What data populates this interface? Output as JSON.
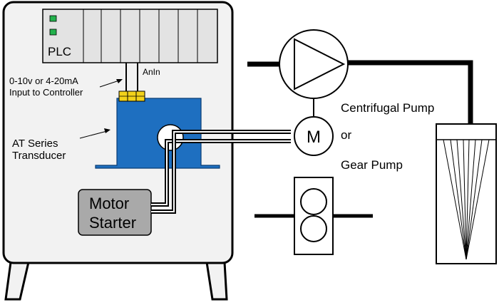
{
  "labels": {
    "plc": "PLC",
    "anin": "AnIn",
    "input_line1": "0-10v or 4-20mA",
    "input_line2": "Input to Controller",
    "at_line1": "AT Series",
    "at_line2": "Transducer",
    "motor_line1": "Motor",
    "motor_line2": "Starter",
    "motor_symbol": "M",
    "pump1": "Centrifugal Pump",
    "or": "or",
    "pump2": "Gear Pump"
  },
  "colors": {
    "cabinet": "#f2f2f2",
    "plc": "#e3e3e3",
    "transducer": "#1e6fc0",
    "terminal": "#f2d21a",
    "led": "#22b14c",
    "starter": "#a9a9a9",
    "line": "#000000"
  }
}
